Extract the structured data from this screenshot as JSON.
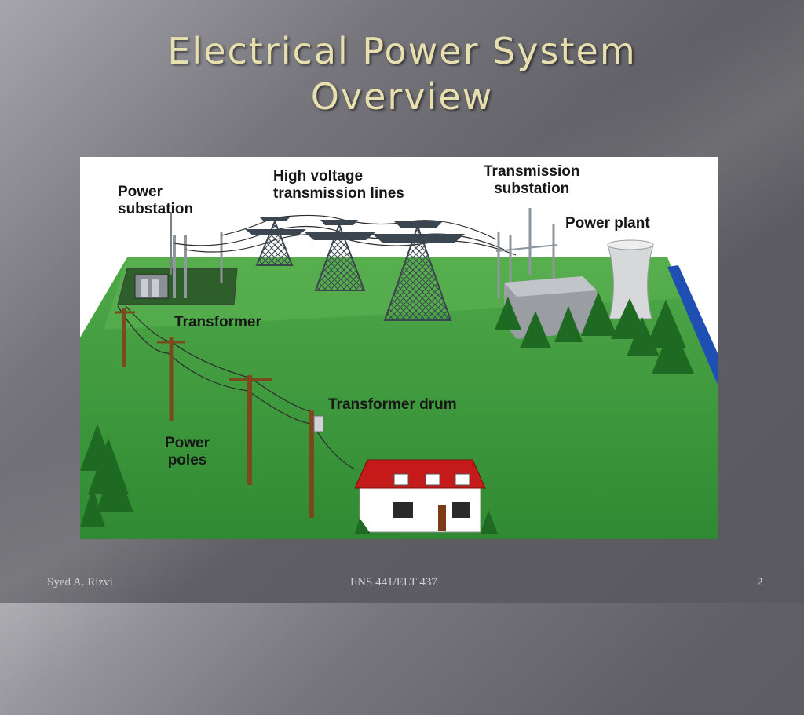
{
  "slide": {
    "title_line1": "Electrical Power System",
    "title_line2": "Overview",
    "slide_number": "2"
  },
  "diagram": {
    "labels": {
      "power_substation": "Power\nsubstation",
      "high_voltage_lines": "High voltage\ntransmission lines",
      "transmission_substation": "Transmission\nsubstation",
      "power_plant": "Power plant",
      "transformer": "Transformer",
      "transformer_drum": "Transformer drum",
      "power_poles": "Power\npoles"
    },
    "colors": {
      "grass": "#3f9a3c",
      "tree": "#1f6a22",
      "water": "#1f4fb3",
      "roof": "#c41a1a",
      "tower": "#3c4650"
    }
  },
  "footer": {
    "author": "Syed A. Rizvi",
    "course": "ENS 441/ELT 437"
  }
}
